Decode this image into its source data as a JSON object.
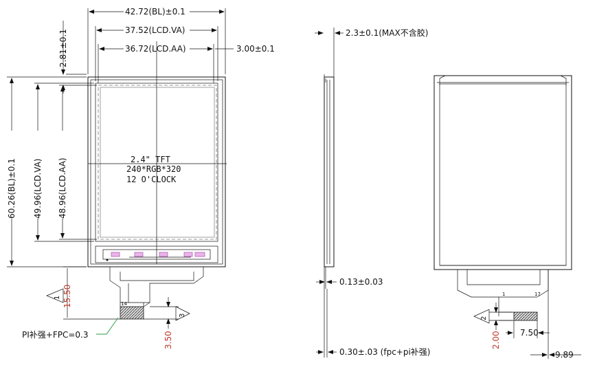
{
  "front_view": {
    "bl_width": "42.72(BL)±0.1",
    "lcd_va_width": "37.52(LCD.VA)",
    "lcd_aa_width": "36.72(LCD.AA)",
    "aa_offset_right": "3.00±0.1",
    "top_offset": "2.81±0.1",
    "bl_height": "60.26(BL)±0.1",
    "lcd_va_height": "49.96(LCD.VA)",
    "lcd_aa_height": "48.96(LCD.AA)",
    "fpc_length": "15.50",
    "fpc_tail": "3.50",
    "pin_label": "14",
    "pi_label": "PI补强+FPC=0.3",
    "center_text": [
      "2.4\" TFT",
      "240*RGB*320",
      "12 O'CLOCK"
    ],
    "marker_1": "1",
    "marker_3": "3"
  },
  "side_view": {
    "max_thickness": "2.3±0.1(MAX不含胶)",
    "fpc_thickness": "0.13±0.03",
    "total_thickness": "0.30±.03 (fpc+pi补强)"
  },
  "back_view": {
    "pin_1": "1",
    "pin_17": "17",
    "dim_200": "2.00",
    "dim_750": "7.50",
    "dim_989": "9.89",
    "marker_2": "2"
  }
}
